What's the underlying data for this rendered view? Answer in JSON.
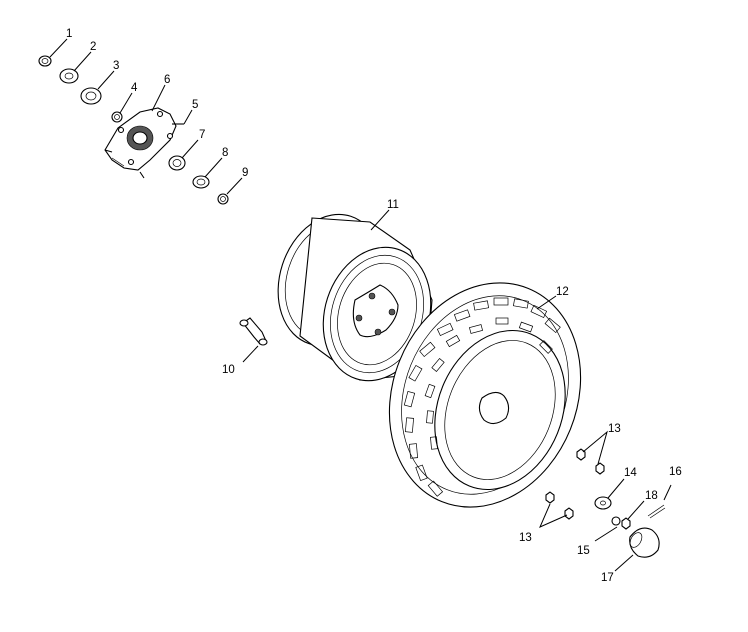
{
  "callouts": [
    {
      "id": "1",
      "label": "1"
    },
    {
      "id": "2",
      "label": "2"
    },
    {
      "id": "3",
      "label": "3"
    },
    {
      "id": "4",
      "label": "4"
    },
    {
      "id": "5",
      "label": "5"
    },
    {
      "id": "6",
      "label": "6"
    },
    {
      "id": "7",
      "label": "7"
    },
    {
      "id": "8",
      "label": "8"
    },
    {
      "id": "9",
      "label": "9"
    },
    {
      "id": "10",
      "label": "10"
    },
    {
      "id": "11",
      "label": "11"
    },
    {
      "id": "12",
      "label": "12"
    },
    {
      "id": "13a",
      "label": "13"
    },
    {
      "id": "13b",
      "label": "13"
    },
    {
      "id": "14",
      "label": "14"
    },
    {
      "id": "15",
      "label": "15"
    },
    {
      "id": "16",
      "label": "16"
    },
    {
      "id": "17",
      "label": "17"
    },
    {
      "id": "18",
      "label": "18"
    }
  ]
}
